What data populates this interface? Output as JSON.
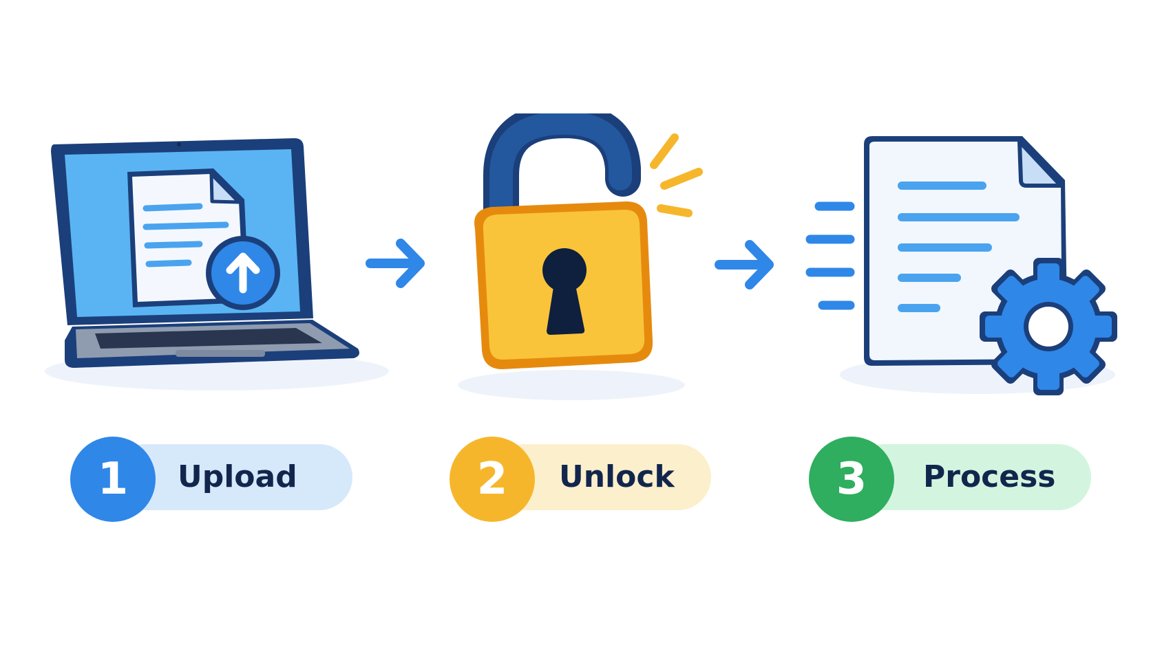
{
  "steps": [
    {
      "number": "1",
      "label": "Upload",
      "icon": "laptop-upload-icon",
      "badge_color": "#2f87e8",
      "pill_color": "#d6e9fb"
    },
    {
      "number": "2",
      "label": "Unlock",
      "icon": "unlocked-padlock-icon",
      "badge_color": "#f6b62c",
      "pill_color": "#fcefcc"
    },
    {
      "number": "3",
      "label": "Process",
      "icon": "document-gear-icon",
      "badge_color": "#2eae5e",
      "pill_color": "#d3f5df"
    }
  ],
  "connectors": [
    "arrow-right-icon",
    "arrow-right-icon"
  ],
  "colors": {
    "blue": "#2f87e8",
    "navy": "#1b3f7a",
    "yellow": "#f6b62c",
    "green": "#2eae5e"
  }
}
